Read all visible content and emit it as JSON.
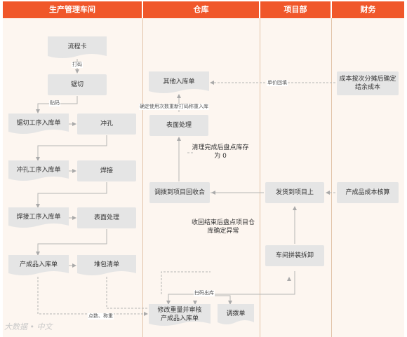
{
  "lanes": [
    {
      "id": "production",
      "title": "生产管理车间",
      "color": "#f0572a"
    },
    {
      "id": "warehouse",
      "title": "仓库",
      "color": "#f0572a"
    },
    {
      "id": "project",
      "title": "项目部",
      "color": "#f0572a"
    },
    {
      "id": "finance",
      "title": "财务",
      "color": "#f0572a"
    }
  ],
  "nodes": {
    "flow_card": "流程卡",
    "saw_cut": "锯切",
    "saw_cut_receipt": "锯切工序入库单",
    "punch": "冲孔",
    "punch_receipt": "冲孔工序入库单",
    "weld": "焊接",
    "weld_receipt": "焊接工序入库单",
    "surface_prod": "表面处理",
    "finished_receipt": "产成品入库单",
    "stack_list": "堆包清单",
    "other_receipt": "其他入库单",
    "surface_wh": "表面处理",
    "clear_note": "清理完成后盘点库存为 0",
    "transfer_return": "调拨到项目回收合",
    "return_note": "收回结束后盘点项目仓库确定异常",
    "modify_qty": "修改重量并审核产成品入库单",
    "transfer_order": "调拨单",
    "ship_to_project": "发货到项目上",
    "site_dismantle": "车间拼装拆卸",
    "cost_allocate": "成本按次分摊后确定结余成本",
    "finished_cost": "产成品成本核算"
  },
  "edge_labels": {
    "print_code": "打码",
    "paste_code": "贴码",
    "unit_price_backfill": "单价回填",
    "confirm_reweigh": "确定使用次数重新打码称重入库",
    "scan_out": "扫码出库",
    "count_weigh": "点数、称重"
  },
  "watermark": "大数据 • 中文",
  "colors": {
    "header": "#f0572a",
    "lane_bg": "#fdf7f1",
    "box": "#e5e5e5",
    "line": "#aaaaaa"
  }
}
